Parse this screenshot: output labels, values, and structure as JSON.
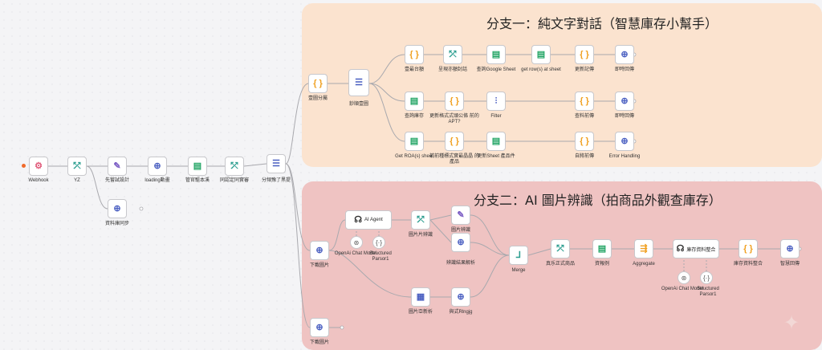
{
  "sticky_notes": [
    {
      "title": "分支一：純文字對話（智慧庫存小幫手）",
      "color": "#fbe3cf"
    },
    {
      "title": "分支二：AI 圖片辨識（拍商品外觀查庫存）",
      "color": "#efc3c2"
    }
  ],
  "nodes": [
    {
      "id": "webhook",
      "label": "Webhook",
      "icon": "⚙",
      "color": "#e05a7a"
    },
    {
      "id": "yz",
      "label": "YZ",
      "icon": "⤱",
      "color": "#2a9d8f"
    },
    {
      "id": "n1",
      "label": "先嘗試設計",
      "icon": "✎",
      "color": "#7a5cc4"
    },
    {
      "id": "n2",
      "label": "loading動畫",
      "icon": "⊕",
      "color": "#4a5fc1"
    },
    {
      "id": "n3",
      "label": "管官驅本溪",
      "icon": "▤",
      "color": "#21a464"
    },
    {
      "id": "n4",
      "label": "同認定同實審",
      "icon": "⤱",
      "color": "#2a9d8f"
    },
    {
      "id": "n5",
      "label": "分頻豫了黑提",
      "icon": "☰",
      "color": "#4a5fc1"
    },
    {
      "id": "n6",
      "label": "資料庫同步",
      "icon": "⊕",
      "color": "#4a5fc1"
    },
    {
      "id": "b1",
      "label": "壹圖分屬",
      "icon": "{ }",
      "color": "#f0a020"
    },
    {
      "id": "b2",
      "label": "鈔順壹圖",
      "icon": "☰",
      "color": "#4a5fc1"
    },
    {
      "id": "b3",
      "label": "壹最台額",
      "icon": "{ }",
      "color": "#f0a020"
    },
    {
      "id": "b4",
      "label": "呈現亦額封話",
      "icon": "⤱",
      "color": "#2a9d8f"
    },
    {
      "id": "b5",
      "label": "查詢Google Sheet",
      "icon": "▤",
      "color": "#21a464"
    },
    {
      "id": "b6",
      "label": "get row(s) at sheet",
      "icon": "▤",
      "color": "#21a464"
    },
    {
      "id": "b7",
      "label": "更新記傳",
      "icon": "{ }",
      "color": "#f0a020"
    },
    {
      "id": "b8",
      "label": "即時回傳",
      "icon": "⊕",
      "color": "#4a5fc1"
    },
    {
      "id": "b9",
      "label": "查詢庫存",
      "icon": "▤",
      "color": "#21a464"
    },
    {
      "id": "b10",
      "label": "更新格式式頭公條 前的APT?",
      "icon": "{ }",
      "color": "#f0a020"
    },
    {
      "id": "b11",
      "label": "Filter",
      "icon": "⫶",
      "color": "#4a5fc1"
    },
    {
      "id": "b12",
      "label": "查料前傳",
      "icon": "{ }",
      "color": "#f0a020"
    },
    {
      "id": "b13",
      "label": "即時回傳",
      "icon": "⊕",
      "color": "#4a5fc1"
    },
    {
      "id": "b14",
      "label": "Get ROA(s) sheet",
      "icon": "▤",
      "color": "#21a464"
    },
    {
      "id": "b15",
      "label": "前前種標式實最晶晶 的產品",
      "icon": "{ }",
      "color": "#f0a020"
    },
    {
      "id": "b16",
      "label": "更新Sheet 產品件",
      "icon": "▤",
      "color": "#21a464"
    },
    {
      "id": "b17",
      "label": "自將前傳",
      "icon": "{ }",
      "color": "#f0a020"
    },
    {
      "id": "b18",
      "label": "Error Handling",
      "icon": "⊕",
      "color": "#4a5fc1"
    },
    {
      "id": "c1",
      "label": "下載圖片",
      "icon": "⊕",
      "color": "#4a5fc1"
    },
    {
      "id": "c2",
      "label": "AI Agent",
      "icon": "☊",
      "color": "#333333"
    },
    {
      "id": "c3",
      "label": "圖片片辨識",
      "icon": "⤱",
      "color": "#2a9d8f"
    },
    {
      "id": "c4",
      "label": "圖片辨識",
      "icon": "✎",
      "color": "#7a5cc4"
    },
    {
      "id": "c5",
      "label": "辨識結果解析",
      "icon": "⊕",
      "color": "#4a5fc1"
    },
    {
      "id": "c6",
      "label": "圖片亞新析",
      "icon": "▦",
      "color": "#4a5fc1"
    },
    {
      "id": "c7",
      "label": "與式Rlngjg",
      "icon": "⊕",
      "color": "#4a5fc1"
    },
    {
      "id": "c8",
      "label": "Merge",
      "icon": "⅃",
      "color": "#2a9d8f"
    },
    {
      "id": "c9",
      "label": "真乐正式商品",
      "icon": "⤱",
      "color": "#2a9d8f"
    },
    {
      "id": "c10",
      "label": "資報例",
      "icon": "▤",
      "color": "#21a464"
    },
    {
      "id": "c11",
      "label": "Aggregate",
      "icon": "⇶",
      "color": "#f0a020"
    },
    {
      "id": "c12",
      "label": "庫存資料整合",
      "icon": "☊",
      "color": "#333333"
    },
    {
      "id": "c13",
      "label": "庫存資料整合",
      "icon": "{ }",
      "color": "#f0a020"
    },
    {
      "id": "c14",
      "label": "智慧回傳",
      "icon": "⊕",
      "color": "#4a5fc1"
    },
    {
      "id": "c15",
      "label": "下載圖片",
      "icon": "⊕",
      "color": "#4a5fc1"
    }
  ],
  "sub_nodes": [
    {
      "id": "s1",
      "label": "OpenAi Chat Model",
      "icon": "⊛"
    },
    {
      "id": "s2",
      "label": "Structured Parsor1",
      "icon": "{·}"
    },
    {
      "id": "s3",
      "label": "OpenAi Chat Model",
      "icon": "⊛"
    },
    {
      "id": "s4",
      "label": "Structured Parsor1",
      "icon": "{·}"
    }
  ]
}
